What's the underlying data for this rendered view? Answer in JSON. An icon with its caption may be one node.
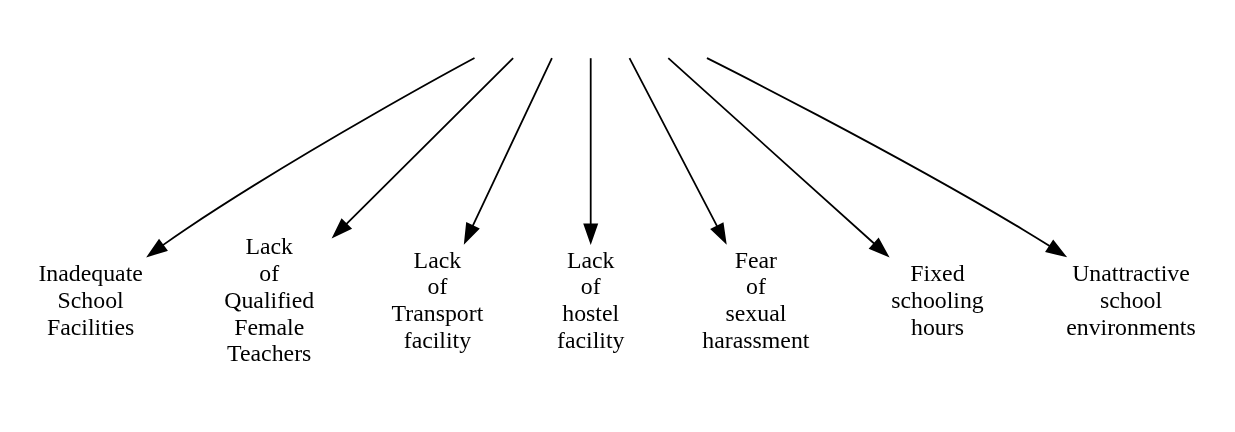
{
  "diagram": {
    "nodes": [
      {
        "text": [
          "Inadequate School Facilities"
        ]
      },
      {
        "text": [
          "Lack of Qualified Female Teachers"
        ]
      },
      {
        "text": [
          "Lack of Transport facility"
        ]
      },
      {
        "text": [
          "Lack of hostel facility"
        ]
      },
      {
        "text": [
          "Fear of sexual harassment"
        ]
      },
      {
        "text": [
          "Fixed schooling hours"
        ]
      },
      {
        "text": [
          "Unattractive school environments"
        ]
      }
    ],
    "edges": [
      {
        "from": null,
        "to": 0,
        "arrow": "to"
      },
      {
        "from": null,
        "to": 1,
        "arrow": "to"
      },
      {
        "from": null,
        "to": 2,
        "arrow": "to"
      },
      {
        "from": null,
        "to": 3,
        "arrow": "to"
      },
      {
        "from": null,
        "to": 4,
        "arrow": "to"
      },
      {
        "from": null,
        "to": 5,
        "arrow": "to"
      },
      {
        "from": null,
        "to": 6,
        "arrow": "to"
      }
    ]
  }
}
